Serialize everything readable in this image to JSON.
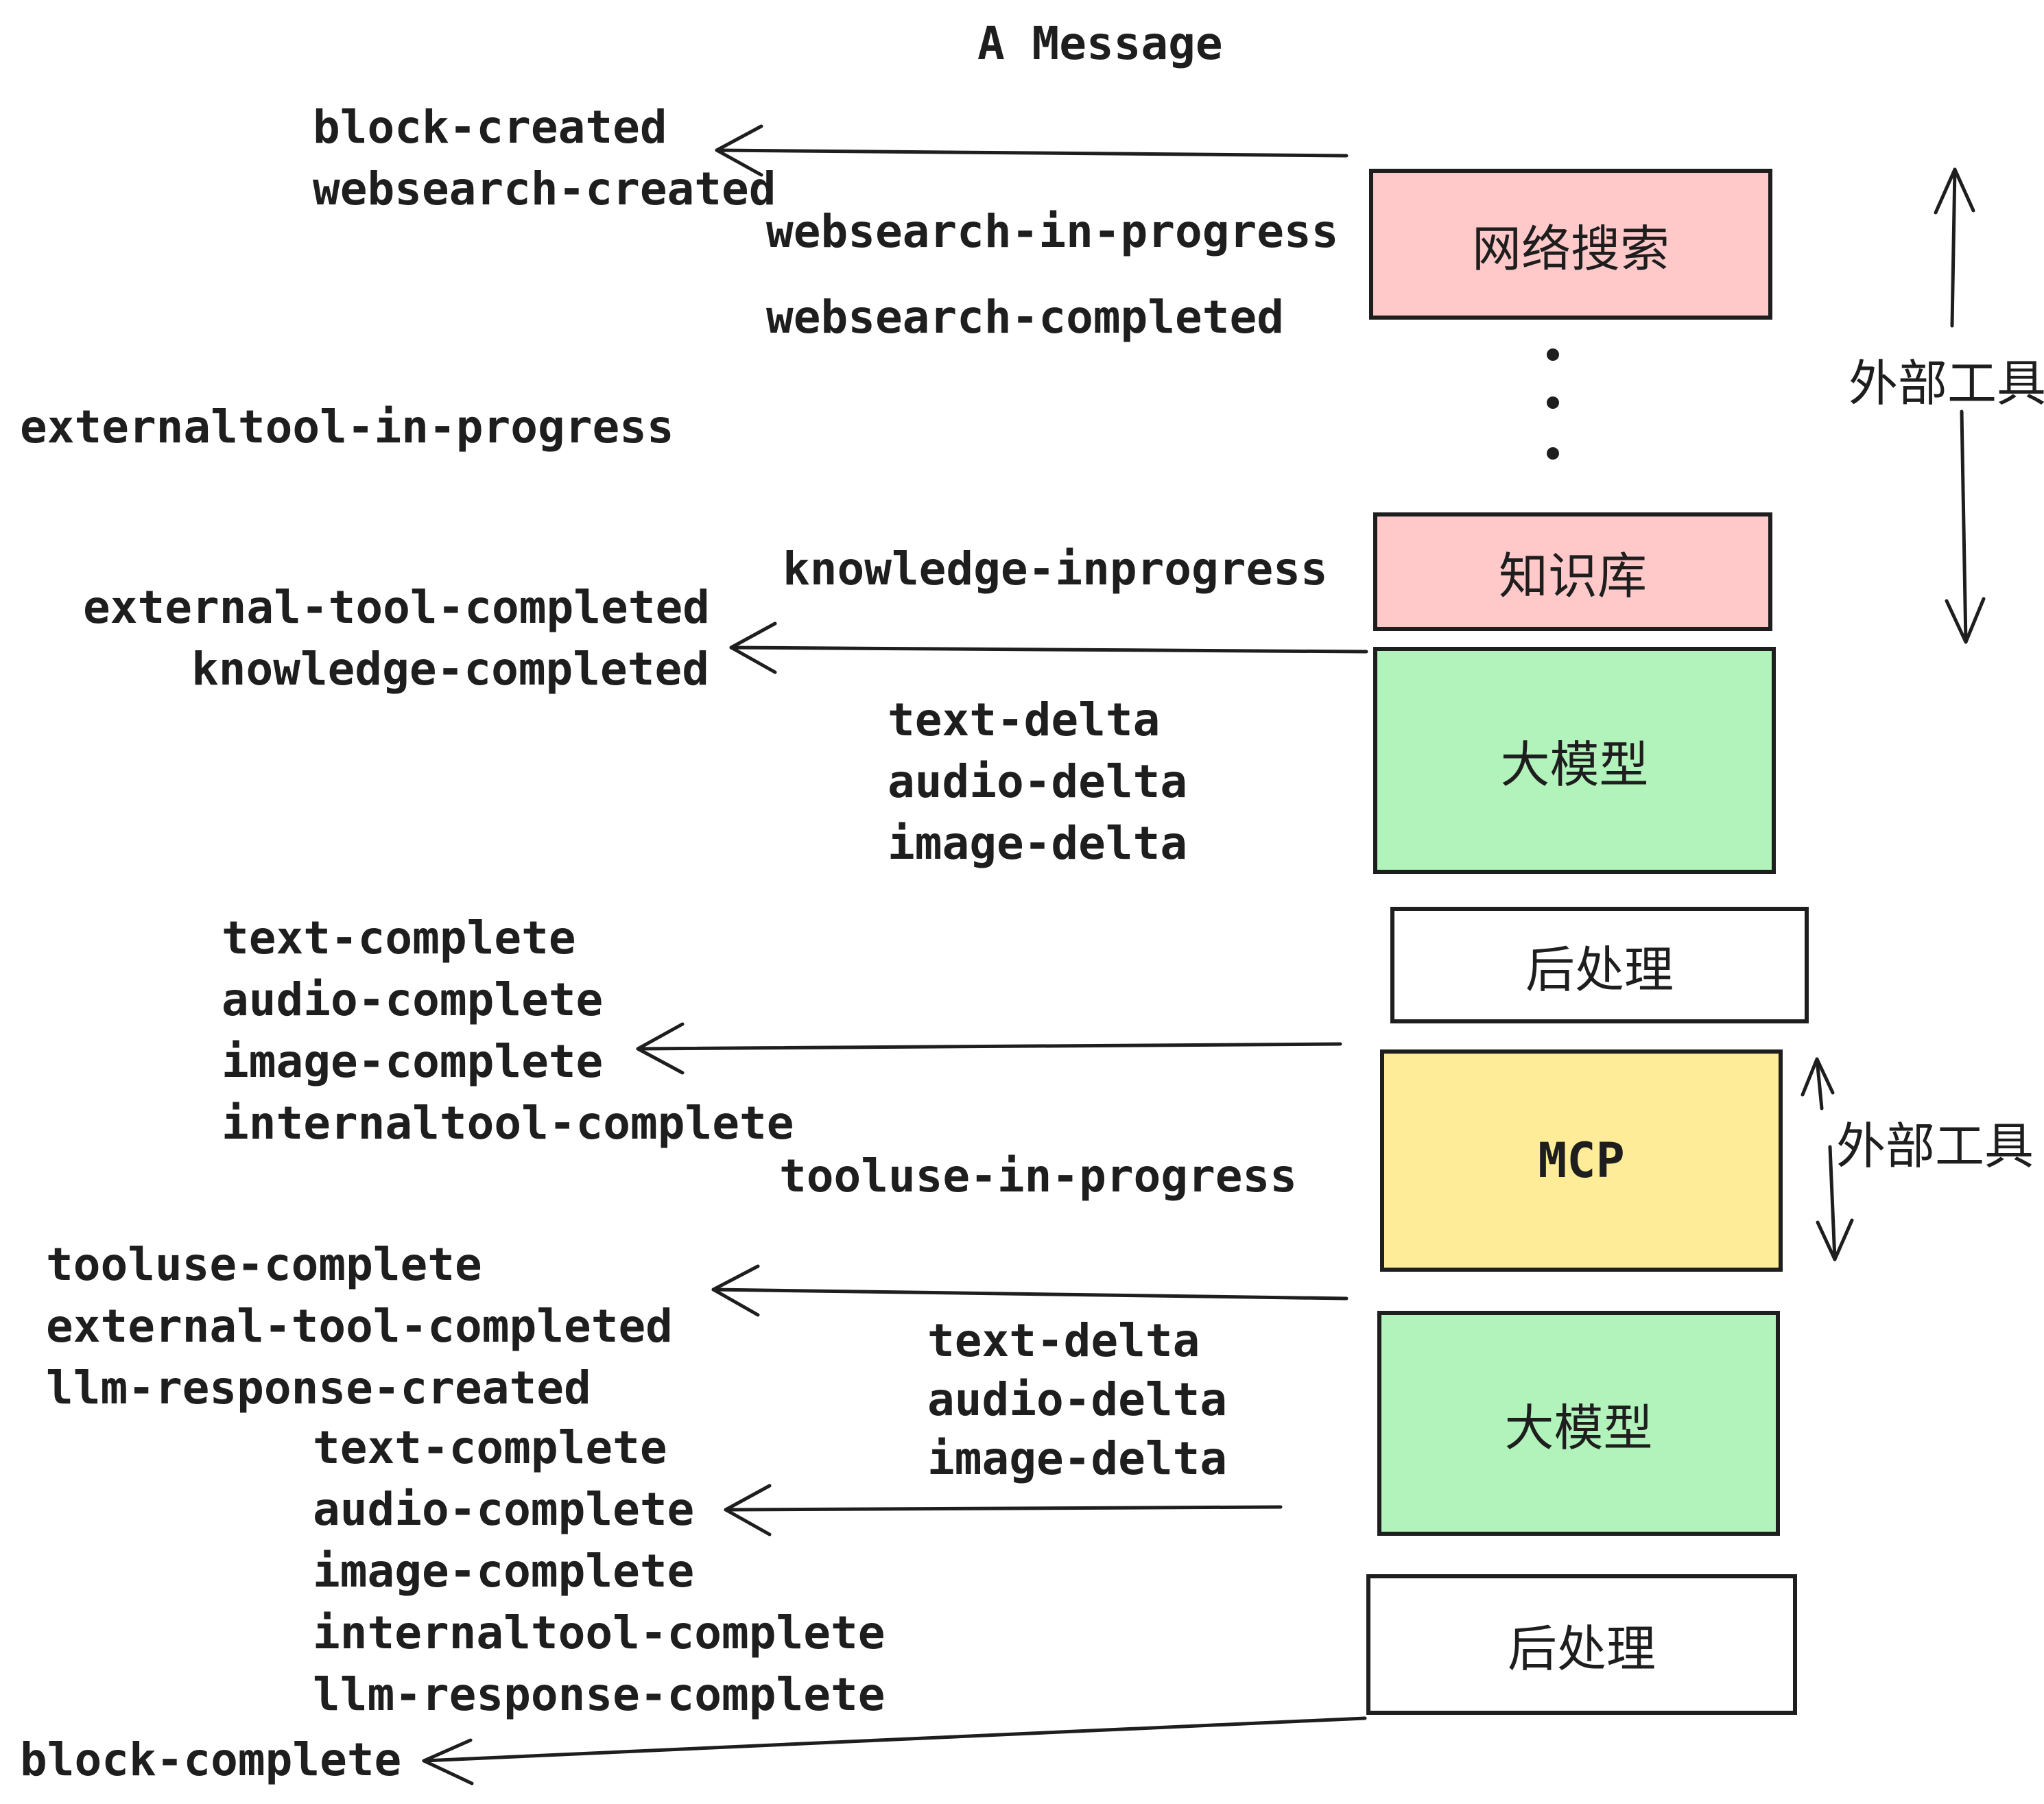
{
  "title": "A Message",
  "colors": {
    "stroke": "#1e1e1e",
    "pink": "#ffc9c9",
    "green": "#b2f2bb",
    "yellow": "#ffec99",
    "white": "#ffffff"
  },
  "events": {
    "block_created": "block-created",
    "websearch_created": "websearch-created",
    "websearch_in_progress": "websearch-in-progress",
    "websearch_completed": "websearch-completed",
    "externaltool_in_progress": "externaltool-in-progress",
    "knowledge_inprogress": "knowledge-inprogress",
    "external_tool_completed": "external-tool-completed",
    "knowledge_completed": "knowledge-completed",
    "text_delta": "text-delta",
    "audio_delta": "audio-delta",
    "image_delta": "image-delta",
    "text_complete": "text-complete",
    "audio_complete": "audio-complete",
    "image_complete": "image-complete",
    "internaltool_complete": "internaltool-complete",
    "tooluse_in_progress": "tooluse-in-progress",
    "tooluse_complete": "tooluse-complete",
    "llm_response_created": "llm-response-created",
    "llm_response_complete": "llm-response-complete",
    "block_complete": "block-complete"
  },
  "boxes": {
    "websearch": "网络搜索",
    "knowledge": "知识库",
    "llm": "大模型",
    "post": "后处理",
    "mcp": "MCP"
  },
  "side_labels": {
    "external_tools": "外部工具"
  }
}
